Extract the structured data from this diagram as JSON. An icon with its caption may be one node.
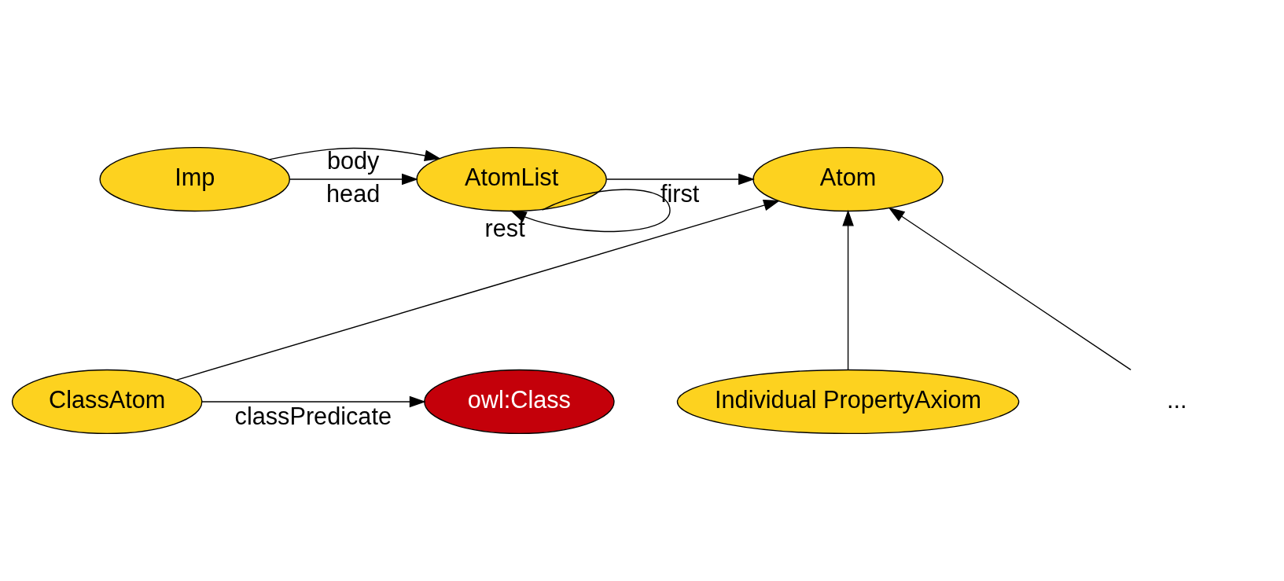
{
  "diagram": {
    "nodes": [
      {
        "text": [
          "Imp"
        ]
      },
      {
        "text": [
          "AtomList"
        ]
      },
      {
        "text": [
          "Atom"
        ]
      },
      {
        "text": [
          "owl:Class"
        ]
      },
      {
        "text": [
          "ClassAtom"
        ]
      },
      {
        "text": [
          "Individual PropertyAxiom"
        ]
      },
      {
        "text": [
          "..."
        ]
      }
    ],
    "edges": [
      {
        "from": 0,
        "to": 1,
        "arrow": "to",
        "label": "head"
      },
      {
        "from": 1,
        "to": 2,
        "arrow": "to",
        "label": "first"
      },
      {
        "from": 0,
        "to": 1,
        "arrow": "to",
        "label": "body"
      },
      {
        "from": 1,
        "to": 1,
        "arrow": "to",
        "label": "rest"
      },
      {
        "from": 4,
        "to": 2,
        "arrow": "to"
      },
      {
        "from": 5,
        "to": 2,
        "arrow": "to"
      },
      {
        "from": 6,
        "to": 2,
        "arrow": "to"
      },
      {
        "from": 4,
        "to": 3,
        "arrow": "to",
        "label": "classPredicate"
      }
    ]
  }
}
